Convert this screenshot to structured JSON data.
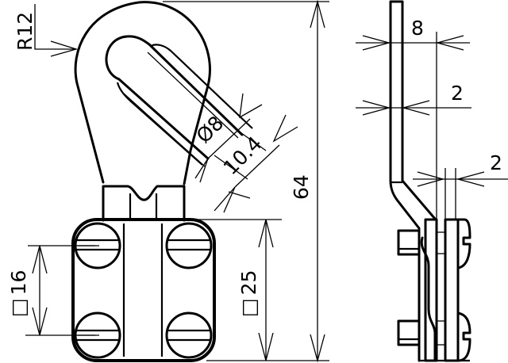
{
  "drawing": {
    "type": "technical-drawing",
    "subject": "hook clamp terminal with square bolts",
    "views": [
      "front",
      "side"
    ],
    "line_color": "#000000",
    "background": "#ffffff"
  },
  "dimensions": {
    "radius": "R12",
    "hole_diameter": "Ø8",
    "slot_width": "10.4",
    "overall_height": "64",
    "clamp_height": "25",
    "clamp_height_symbol": "□",
    "bolt_spacing": "16",
    "bolt_spacing_symbol": "□",
    "strip_width": "8",
    "strip_thickness": "2",
    "plate_thickness": "2"
  }
}
